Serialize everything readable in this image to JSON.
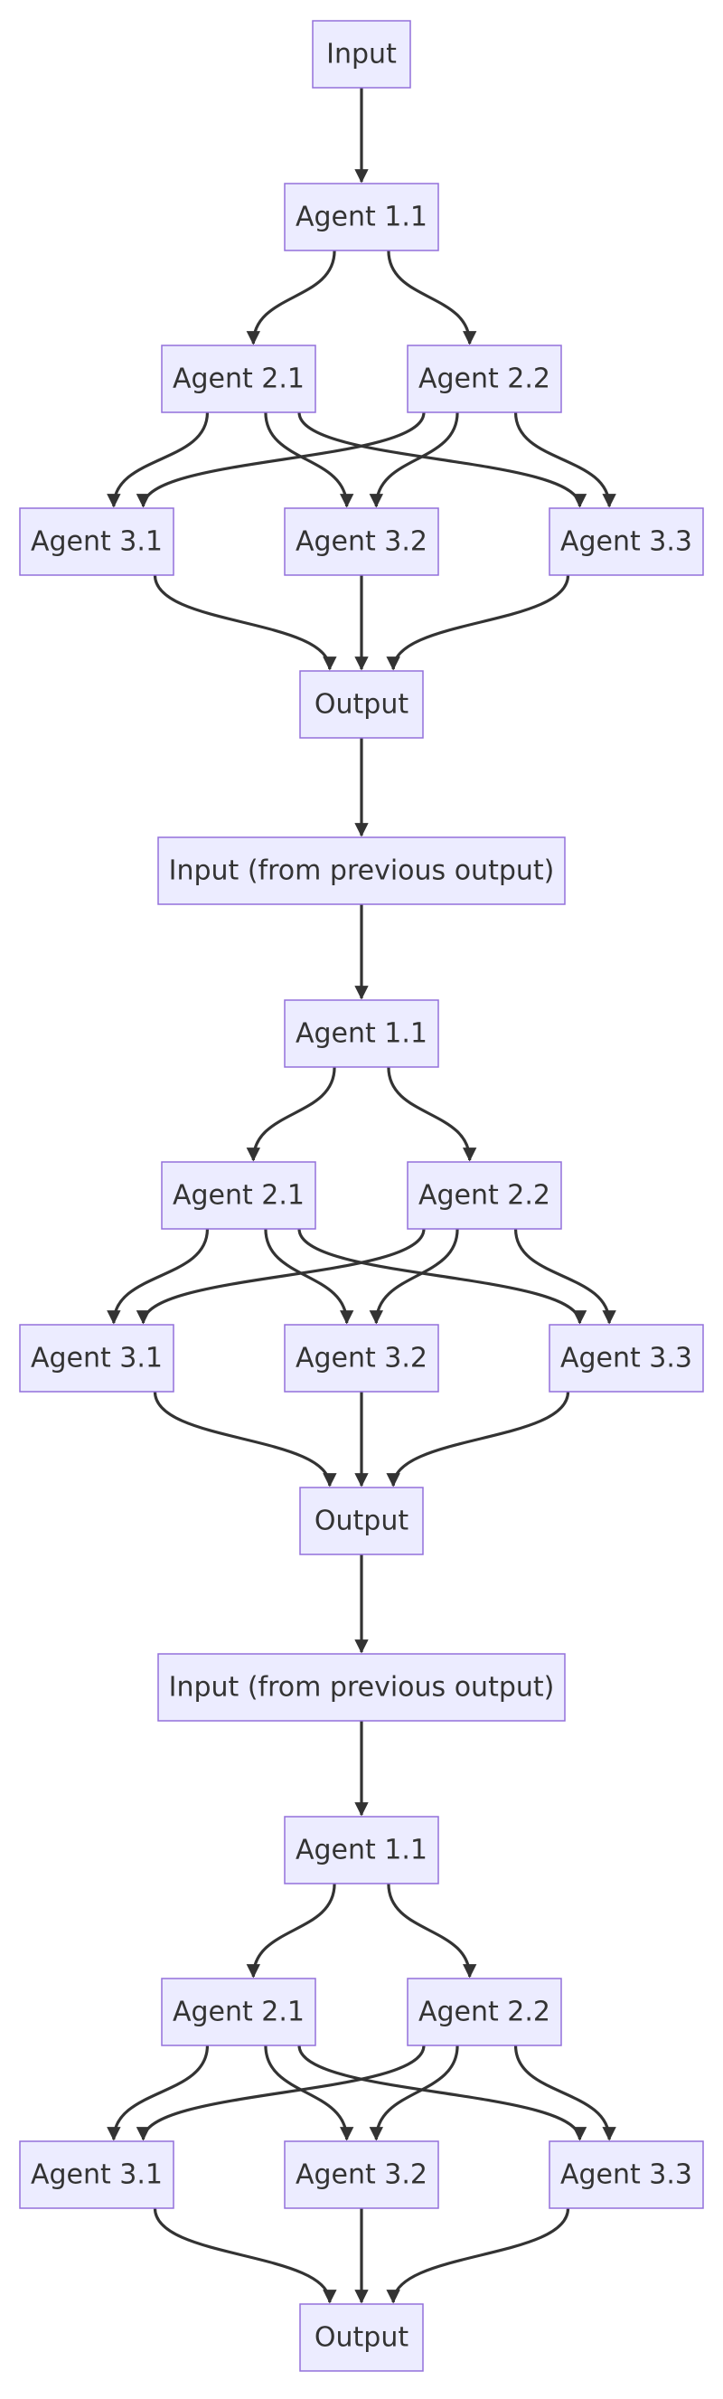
{
  "nodes": {
    "s1_input": "Input",
    "s1_agent_1_1": "Agent 1.1",
    "s1_agent_2_1": "Agent 2.1",
    "s1_agent_2_2": "Agent 2.2",
    "s1_agent_3_1": "Agent 3.1",
    "s1_agent_3_2": "Agent 3.2",
    "s1_agent_3_3": "Agent 3.3",
    "s1_output": "Output",
    "s2_input": "Input (from previous output)",
    "s2_agent_1_1": "Agent 1.1",
    "s2_agent_2_1": "Agent 2.1",
    "s2_agent_2_2": "Agent 2.2",
    "s2_agent_3_1": "Agent 3.1",
    "s2_agent_3_2": "Agent 3.2",
    "s2_agent_3_3": "Agent 3.3",
    "s2_output": "Output",
    "s3_input": "Input (from previous output)",
    "s3_agent_1_1": "Agent 1.1",
    "s3_agent_2_1": "Agent 2.1",
    "s3_agent_2_2": "Agent 2.2",
    "s3_agent_3_1": "Agent 3.1",
    "s3_agent_3_2": "Agent 3.2",
    "s3_agent_3_3": "Agent 3.3",
    "s3_output": "Output"
  },
  "edges": [
    [
      "s1_input",
      "s1_agent_1_1"
    ],
    [
      "s1_agent_1_1",
      "s1_agent_2_1"
    ],
    [
      "s1_agent_1_1",
      "s1_agent_2_2"
    ],
    [
      "s1_agent_2_1",
      "s1_agent_3_1"
    ],
    [
      "s1_agent_2_1",
      "s1_agent_3_2"
    ],
    [
      "s1_agent_2_1",
      "s1_agent_3_3"
    ],
    [
      "s1_agent_2_2",
      "s1_agent_3_1"
    ],
    [
      "s1_agent_2_2",
      "s1_agent_3_2"
    ],
    [
      "s1_agent_2_2",
      "s1_agent_3_3"
    ],
    [
      "s1_agent_3_1",
      "s1_output"
    ],
    [
      "s1_agent_3_2",
      "s1_output"
    ],
    [
      "s1_agent_3_3",
      "s1_output"
    ],
    [
      "s1_output",
      "s2_input"
    ],
    [
      "s2_input",
      "s2_agent_1_1"
    ],
    [
      "s2_agent_1_1",
      "s2_agent_2_1"
    ],
    [
      "s2_agent_1_1",
      "s2_agent_2_2"
    ],
    [
      "s2_agent_2_1",
      "s2_agent_3_1"
    ],
    [
      "s2_agent_2_1",
      "s2_agent_3_2"
    ],
    [
      "s2_agent_2_1",
      "s2_agent_3_3"
    ],
    [
      "s2_agent_2_2",
      "s2_agent_3_1"
    ],
    [
      "s2_agent_2_2",
      "s2_agent_3_2"
    ],
    [
      "s2_agent_2_2",
      "s2_agent_3_3"
    ],
    [
      "s2_agent_3_1",
      "s2_output"
    ],
    [
      "s2_agent_3_2",
      "s2_output"
    ],
    [
      "s2_agent_3_3",
      "s2_output"
    ],
    [
      "s2_output",
      "s3_input"
    ],
    [
      "s3_input",
      "s3_agent_1_1"
    ],
    [
      "s3_agent_1_1",
      "s3_agent_2_1"
    ],
    [
      "s3_agent_1_1",
      "s3_agent_2_2"
    ],
    [
      "s3_agent_2_1",
      "s3_agent_3_1"
    ],
    [
      "s3_agent_2_1",
      "s3_agent_3_2"
    ],
    [
      "s3_agent_2_1",
      "s3_agent_3_3"
    ],
    [
      "s3_agent_2_2",
      "s3_agent_3_1"
    ],
    [
      "s3_agent_2_2",
      "s3_agent_3_2"
    ],
    [
      "s3_agent_2_2",
      "s3_agent_3_3"
    ],
    [
      "s3_agent_3_1",
      "s3_output"
    ],
    [
      "s3_agent_3_2",
      "s3_output"
    ],
    [
      "s3_agent_3_3",
      "s3_output"
    ]
  ],
  "colors": {
    "node_fill": "#ECECFF",
    "node_border": "#9370DB",
    "edge": "#333333",
    "text": "#333333"
  }
}
